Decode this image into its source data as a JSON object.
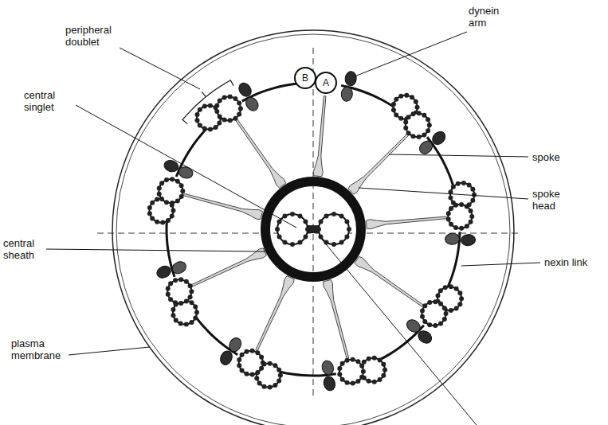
{
  "diagram": {
    "nodes": [
      {
        "text": [
          "B"
        ]
      },
      {
        "text": [
          "A"
        ]
      }
    ],
    "labels": [
      "dynein arm",
      "peripheral doublet",
      "central singlet",
      "spoke",
      "spoke head",
      "central sheath",
      "nexin link",
      "plasma membrane"
    ]
  }
}
